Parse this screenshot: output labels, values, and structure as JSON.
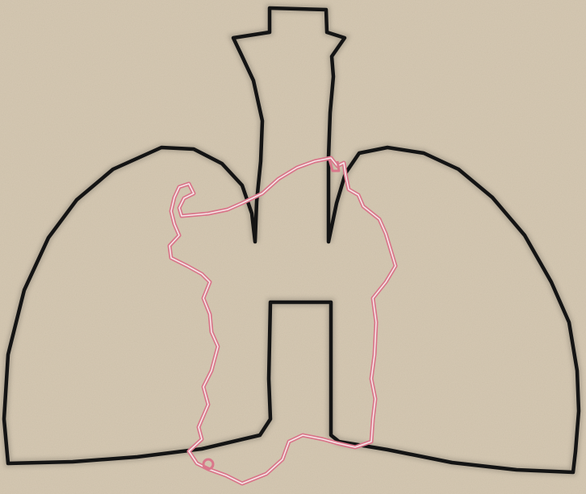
{
  "diagram": {
    "subject": "",
    "colors": {
      "background": "#d5c8b2",
      "background_grain": "#c4b79f",
      "chest_outline": "#141414",
      "heart_outline": "#d9778a",
      "heart_inner": "#f6e6e8"
    },
    "elements": [
      "lung-field-outline",
      "trachea-outline",
      "mediastinum-outline",
      "heart-border-trace"
    ]
  }
}
